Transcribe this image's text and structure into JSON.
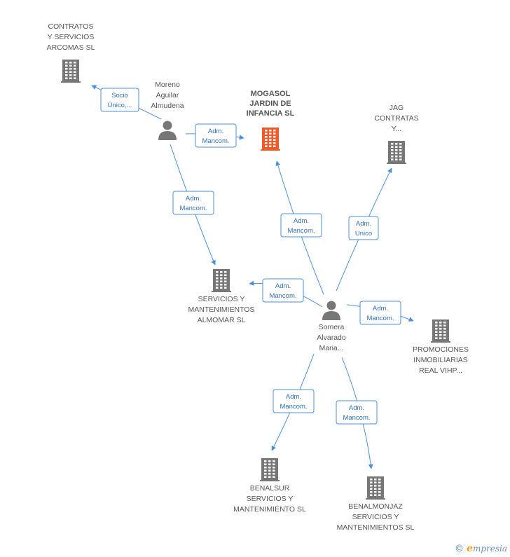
{
  "nodes": [
    {
      "id": "contratos",
      "type": "company",
      "main": false,
      "lines": [
        "CONTRATOS",
        "Y SERVICIOS",
        "ARCOMAS SL"
      ]
    },
    {
      "id": "moreno",
      "type": "person",
      "main": false,
      "lines": [
        "Moreno",
        "Aguilar",
        "Almudena"
      ]
    },
    {
      "id": "mogasol",
      "type": "company",
      "main": true,
      "lines": [
        "MOGASOL",
        "JARDIN DE",
        "INFANCIA SL"
      ]
    },
    {
      "id": "jag",
      "type": "company",
      "main": false,
      "lines": [
        "JAG",
        "CONTRATAS",
        "Y..."
      ]
    },
    {
      "id": "almomar",
      "type": "company",
      "main": false,
      "lines": [
        "SERVICIOS Y",
        "MANTENIMIENTOS",
        "ALMOMAR SL"
      ]
    },
    {
      "id": "somera",
      "type": "person",
      "main": false,
      "lines": [
        "Somera",
        "Alvarado",
        "Maria..."
      ]
    },
    {
      "id": "promociones",
      "type": "company",
      "main": false,
      "lines": [
        "PROMOCIONES",
        "INMOBILIARIAS",
        "REAL VIHP..."
      ]
    },
    {
      "id": "benalsur",
      "type": "company",
      "main": false,
      "lines": [
        "BENALSUR",
        "SERVICIOS Y",
        "MANTENIMIENTO SL"
      ]
    },
    {
      "id": "benalmonjaz",
      "type": "company",
      "main": false,
      "lines": [
        "BENALMONJAZ",
        "SERVICIOS Y",
        "MANTENIMIENTOS SL"
      ]
    }
  ],
  "edges": [
    {
      "id": "e1",
      "from": "moreno",
      "to": "contratos",
      "lines": [
        "Socio",
        "Único,..."
      ]
    },
    {
      "id": "e2",
      "from": "moreno",
      "to": "mogasol",
      "lines": [
        "Adm.",
        "Mancom."
      ]
    },
    {
      "id": "e3",
      "from": "moreno",
      "to": "almomar",
      "lines": [
        "Adm.",
        "Mancom."
      ]
    },
    {
      "id": "e4",
      "from": "somera",
      "to": "mogasol",
      "lines": [
        "Adm.",
        "Mancom."
      ]
    },
    {
      "id": "e5",
      "from": "somera",
      "to": "jag",
      "lines": [
        "Adm.",
        "Unico"
      ]
    },
    {
      "id": "e6",
      "from": "somera",
      "to": "almomar",
      "lines": [
        "Adm.",
        "Mancom."
      ]
    },
    {
      "id": "e7",
      "from": "somera",
      "to": "promociones",
      "lines": [
        "Adm.",
        "Mancom."
      ]
    },
    {
      "id": "e8",
      "from": "somera",
      "to": "benalsur",
      "lines": [
        "Adm.",
        "Mancom."
      ]
    },
    {
      "id": "e9",
      "from": "somera",
      "to": "benalmonjaz",
      "lines": [
        "Adm.",
        "Mancom."
      ]
    }
  ],
  "colors": {
    "company": "#777777",
    "main_company": "#f05a28",
    "person": "#777777",
    "edge": "#4a90d9",
    "edge_text": "#2f6fb3"
  },
  "icons": {
    "company": "building-icon",
    "person": "person-icon"
  },
  "watermark": {
    "copyright": "©",
    "brand_initial": "e",
    "brand_rest": "mpresia"
  }
}
